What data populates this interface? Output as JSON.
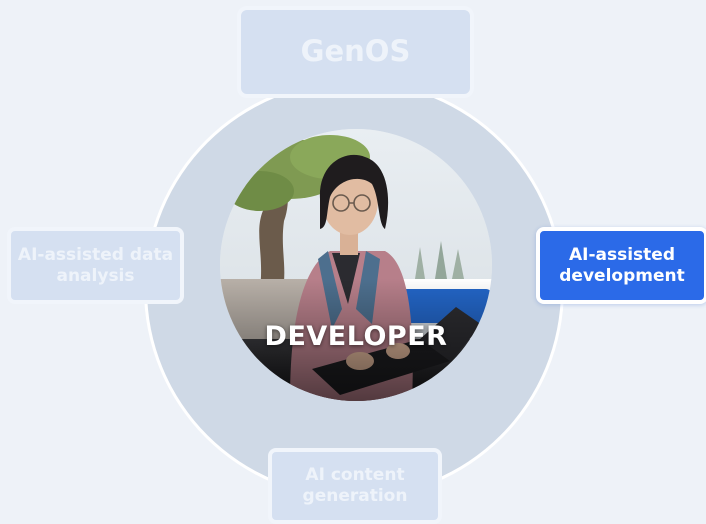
{
  "center": {
    "label": "DEVELOPER"
  },
  "nodes": {
    "top": "GenOS",
    "left": "AI-assisted data analysis",
    "right": "AI-assisted development",
    "bottom": "AI content generation"
  },
  "colors": {
    "background": "#eef2f8",
    "ring": "#cfd9e6",
    "node_faded": "#d5e0f1",
    "node_active": "#2b6ae8"
  }
}
